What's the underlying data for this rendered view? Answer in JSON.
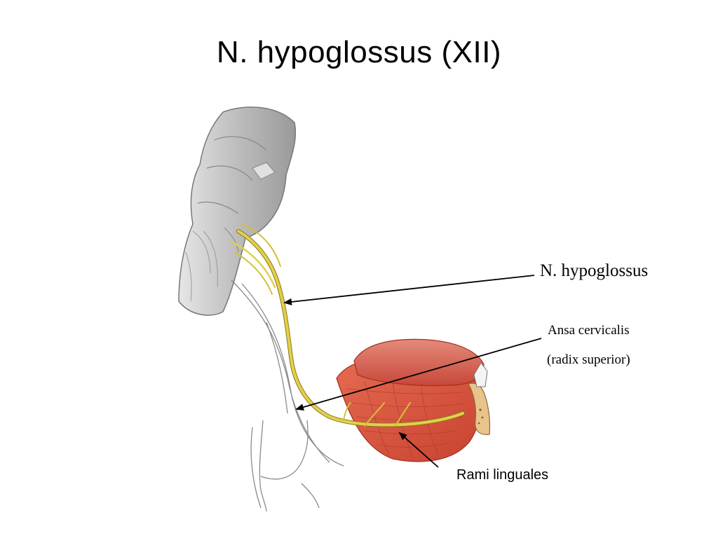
{
  "slide": {
    "title": "N. hypoglossus (XII)"
  },
  "labels": {
    "hypoglossus": "N. hypoglossus",
    "ansa_line1": "Ansa cervicalis",
    "ansa_line2": "(radix superior)",
    "rami": "Rami linguales"
  },
  "colors": {
    "nerve": "#d9c23a",
    "muscle": "#d9553a",
    "brainstem": "#c9c9c9",
    "bone": "#e8c38a"
  }
}
